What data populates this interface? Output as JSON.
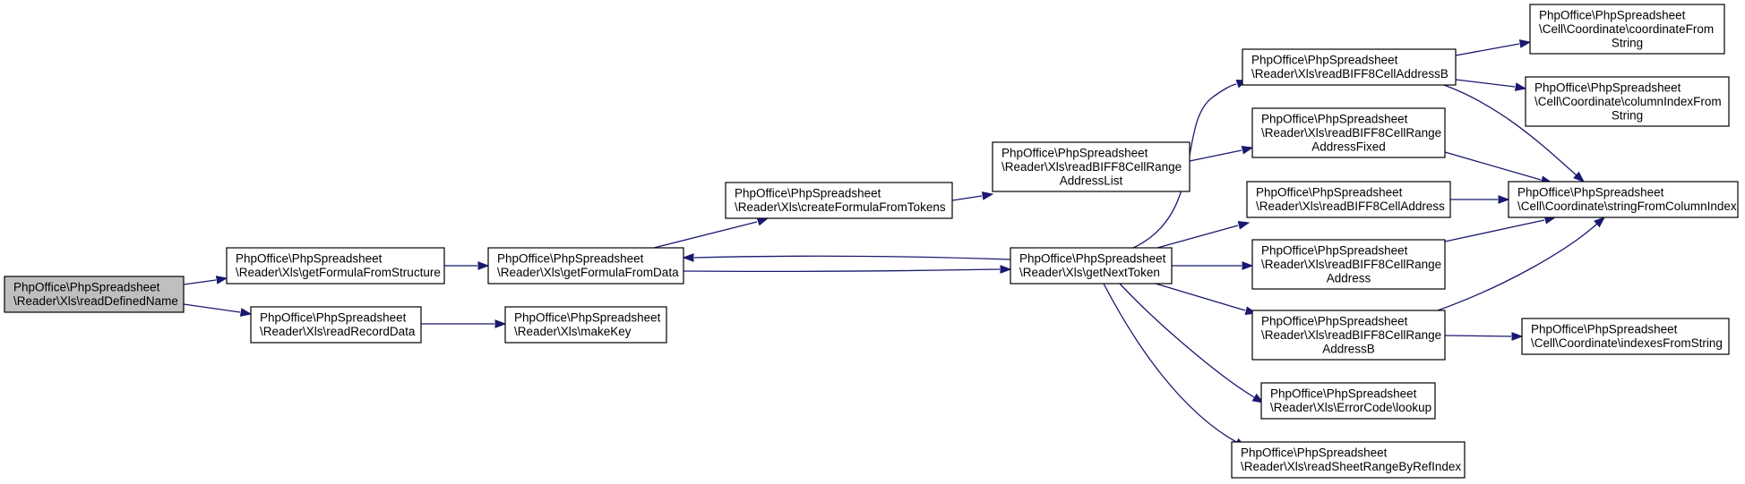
{
  "graph": {
    "colors": {
      "edge": "#191970",
      "root_fill": "#bfbfbf",
      "node_fill": "#ffffff",
      "node_border": "#000000"
    },
    "nodes": [
      {
        "id": "readDefinedName",
        "lines": [
          "PhpOffice\\PhpSpreadsheet",
          "\\Reader\\Xls\\readDefinedName"
        ],
        "root": true
      },
      {
        "id": "getFormulaFromStructure",
        "lines": [
          "PhpOffice\\PhpSpreadsheet",
          "\\Reader\\Xls\\getFormulaFromStructure"
        ]
      },
      {
        "id": "readRecordData",
        "lines": [
          "PhpOffice\\PhpSpreadsheet",
          "\\Reader\\Xls\\readRecordData"
        ]
      },
      {
        "id": "getFormulaFromData",
        "lines": [
          "PhpOffice\\PhpSpreadsheet",
          "\\Reader\\Xls\\getFormulaFromData"
        ]
      },
      {
        "id": "makeKey",
        "lines": [
          "PhpOffice\\PhpSpreadsheet",
          "\\Reader\\Xls\\makeKey"
        ]
      },
      {
        "id": "createFormulaFromTokens",
        "lines": [
          "PhpOffice\\PhpSpreadsheet",
          "\\Reader\\Xls\\createFormulaFromTokens"
        ]
      },
      {
        "id": "getNextToken",
        "lines": [
          "PhpOffice\\PhpSpreadsheet",
          "\\Reader\\Xls\\getNextToken"
        ]
      },
      {
        "id": "readBIFF8CellRangeAddressList",
        "lines": [
          "PhpOffice\\PhpSpreadsheet",
          "\\Reader\\Xls\\readBIFF8CellRange",
          "AddressList"
        ]
      },
      {
        "id": "readBIFF8CellAddressB",
        "lines": [
          "PhpOffice\\PhpSpreadsheet",
          "\\Reader\\Xls\\readBIFF8CellAddressB"
        ]
      },
      {
        "id": "readBIFF8CellRangeAddressFixed",
        "lines": [
          "PhpOffice\\PhpSpreadsheet",
          "\\Reader\\Xls\\readBIFF8CellRange",
          "AddressFixed"
        ]
      },
      {
        "id": "readBIFF8CellAddress",
        "lines": [
          "PhpOffice\\PhpSpreadsheet",
          "\\Reader\\Xls\\readBIFF8CellAddress"
        ]
      },
      {
        "id": "readBIFF8CellRangeAddress",
        "lines": [
          "PhpOffice\\PhpSpreadsheet",
          "\\Reader\\Xls\\readBIFF8CellRange",
          "Address"
        ]
      },
      {
        "id": "readBIFF8CellRangeAddressB",
        "lines": [
          "PhpOffice\\PhpSpreadsheet",
          "\\Reader\\Xls\\readBIFF8CellRange",
          "AddressB"
        ]
      },
      {
        "id": "ErrorCodeLookup",
        "lines": [
          "PhpOffice\\PhpSpreadsheet",
          "\\Reader\\Xls\\ErrorCode\\lookup"
        ]
      },
      {
        "id": "readSheetRangeByRefIndex",
        "lines": [
          "PhpOffice\\PhpSpreadsheet",
          "\\Reader\\Xls\\readSheetRangeByRefIndex"
        ]
      },
      {
        "id": "coordinateFromString",
        "lines": [
          "PhpOffice\\PhpSpreadsheet",
          "\\Cell\\Coordinate\\coordinateFrom",
          "String"
        ]
      },
      {
        "id": "columnIndexFromString",
        "lines": [
          "PhpOffice\\PhpSpreadsheet",
          "\\Cell\\Coordinate\\columnIndexFrom",
          "String"
        ]
      },
      {
        "id": "stringFromColumnIndex",
        "lines": [
          "PhpOffice\\PhpSpreadsheet",
          "\\Cell\\Coordinate\\stringFromColumnIndex"
        ]
      },
      {
        "id": "indexesFromString",
        "lines": [
          "PhpOffice\\PhpSpreadsheet",
          "\\Cell\\Coordinate\\indexesFromString"
        ]
      }
    ],
    "edges": [
      {
        "from": "readDefinedName",
        "to": "getFormulaFromStructure"
      },
      {
        "from": "readDefinedName",
        "to": "readRecordData"
      },
      {
        "from": "getFormulaFromStructure",
        "to": "getFormulaFromData"
      },
      {
        "from": "readRecordData",
        "to": "makeKey"
      },
      {
        "from": "getFormulaFromData",
        "to": "createFormulaFromTokens"
      },
      {
        "from": "getFormulaFromData",
        "to": "getNextToken"
      },
      {
        "from": "getNextToken",
        "to": "getFormulaFromData"
      },
      {
        "from": "createFormulaFromTokens",
        "to": "readBIFF8CellRangeAddressList"
      },
      {
        "from": "readBIFF8CellRangeAddressList",
        "to": "readBIFF8CellRangeAddressFixed"
      },
      {
        "from": "getNextToken",
        "to": "readBIFF8CellAddressB"
      },
      {
        "from": "getNextToken",
        "to": "readBIFF8CellAddress"
      },
      {
        "from": "getNextToken",
        "to": "readBIFF8CellRangeAddress"
      },
      {
        "from": "getNextToken",
        "to": "readBIFF8CellRangeAddressB"
      },
      {
        "from": "getNextToken",
        "to": "ErrorCodeLookup"
      },
      {
        "from": "getNextToken",
        "to": "readSheetRangeByRefIndex"
      },
      {
        "from": "readBIFF8CellAddressB",
        "to": "coordinateFromString"
      },
      {
        "from": "readBIFF8CellAddressB",
        "to": "columnIndexFromString"
      },
      {
        "from": "readBIFF8CellAddressB",
        "to": "stringFromColumnIndex"
      },
      {
        "from": "readBIFF8CellRangeAddressFixed",
        "to": "stringFromColumnIndex"
      },
      {
        "from": "readBIFF8CellAddress",
        "to": "stringFromColumnIndex"
      },
      {
        "from": "readBIFF8CellRangeAddress",
        "to": "stringFromColumnIndex"
      },
      {
        "from": "readBIFF8CellRangeAddressB",
        "to": "stringFromColumnIndex"
      },
      {
        "from": "readBIFF8CellRangeAddressB",
        "to": "indexesFromString"
      }
    ]
  }
}
